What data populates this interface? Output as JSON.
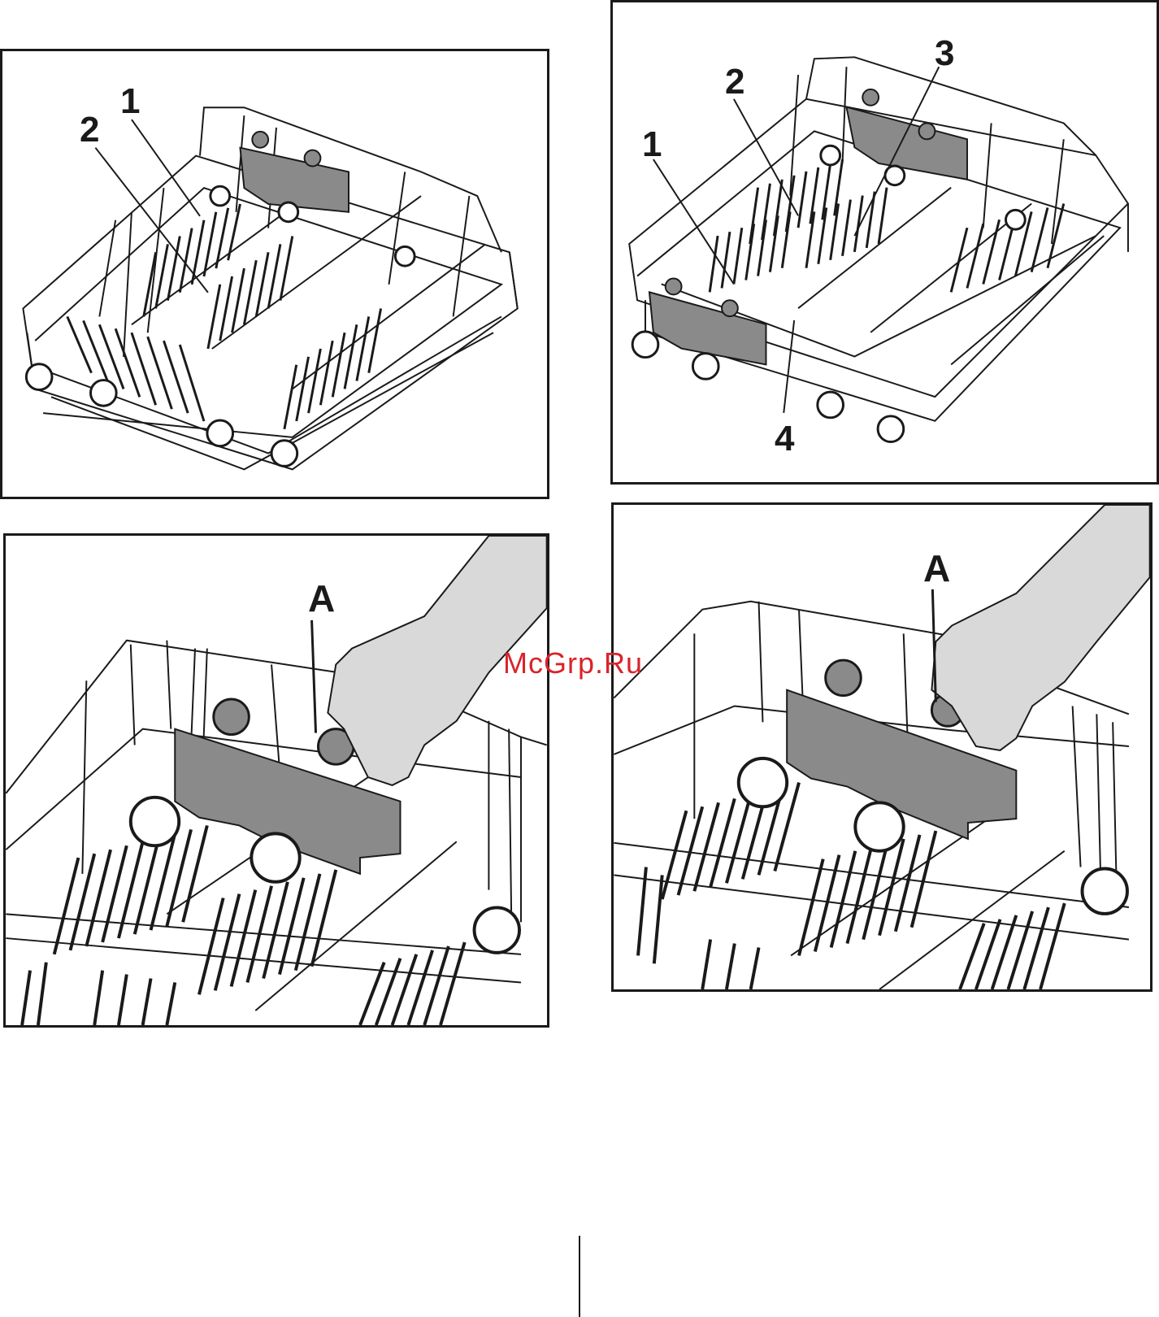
{
  "figures": [
    {
      "id": "fig-1",
      "callouts": [
        "1",
        "2"
      ]
    },
    {
      "id": "fig-2",
      "callouts": [
        "1",
        "2",
        "3",
        "4"
      ]
    },
    {
      "id": "fig-3",
      "callouts": [
        "A"
      ]
    },
    {
      "id": "fig-4",
      "callouts": [
        "A"
      ]
    }
  ],
  "watermark": "McGrp.Ru",
  "colors": {
    "line": "#1a1a1a",
    "clip_gray": "#8a8a8a",
    "hand_gray": "#d9d9d9",
    "watermark": "#d8242a"
  },
  "icons": [
    "dish-rack-icon",
    "basket-clip-icon",
    "hand-icon",
    "rack-wheel-icon"
  ]
}
